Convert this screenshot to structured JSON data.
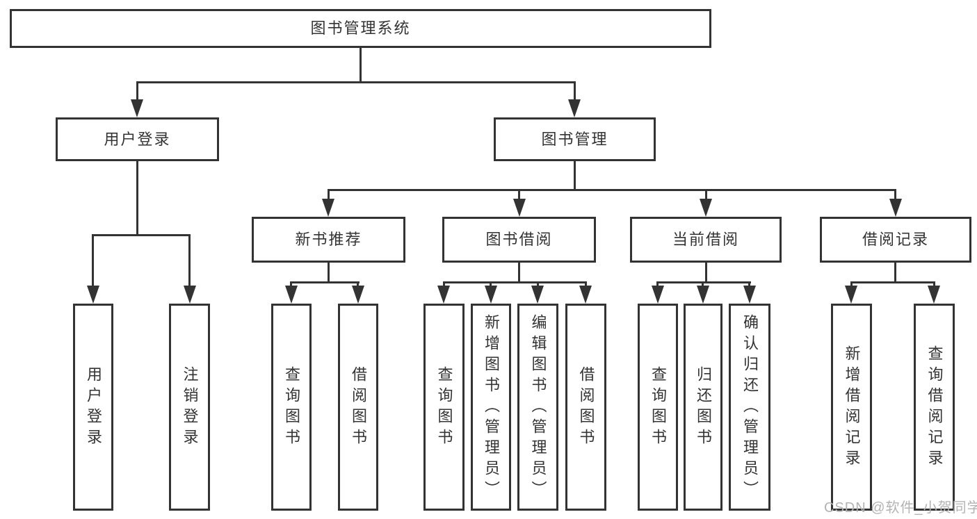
{
  "nodes": {
    "root": "图书管理系统",
    "user_login": "用户登录",
    "book_mgmt": "图书管理",
    "new_book": "新书推荐",
    "book_borrow": "图书借阅",
    "current_borrow": "当前借阅",
    "borrow_record": "借阅记录",
    "leaf_user_login": "用户登录",
    "leaf_logout": "注销登录",
    "leaf_nb_query": "查询图书",
    "leaf_nb_borrow": "借阅图书",
    "leaf_bb_query": "查询图书",
    "leaf_bb_add": "新增图书（管理员）",
    "leaf_bb_edit": "编辑图书（管理员）",
    "leaf_bb_borrow": "借阅图书",
    "leaf_cb_query": "查询图书",
    "leaf_cb_return": "归还图书",
    "leaf_cb_confirm": "确认归还（管理员）",
    "leaf_br_add": "新增借阅记录",
    "leaf_br_query": "查询借阅记录"
  },
  "watermark": "CSDN @软件_小贺同学",
  "colors": {
    "line": "#333333",
    "text": "#333333",
    "background": "#ffffff",
    "watermark": "#b3b3b3"
  }
}
